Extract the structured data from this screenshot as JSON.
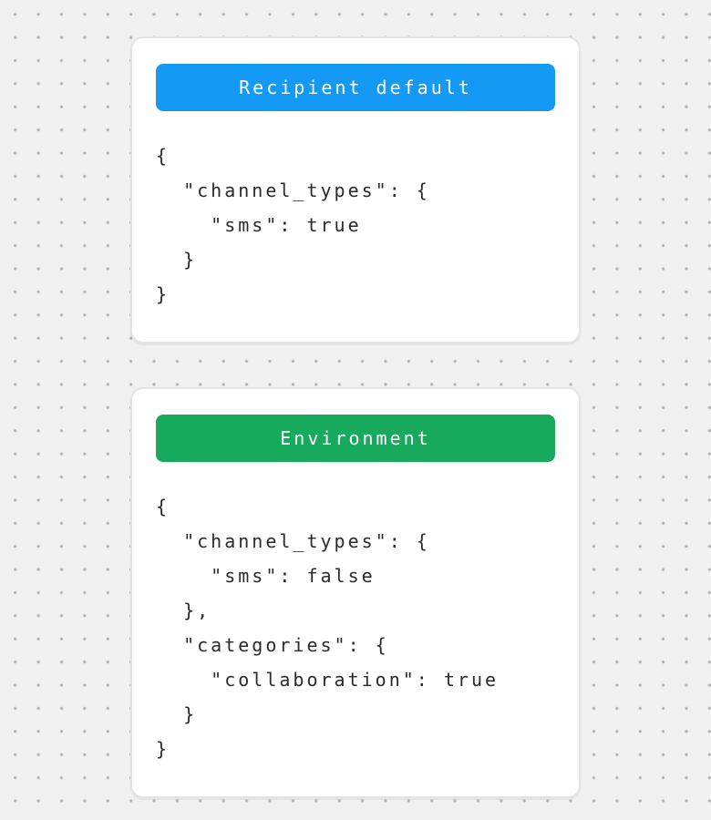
{
  "page": {
    "background_color": "#f1f1f2",
    "dot_color": "#b0b0b4",
    "card_background": "#ffffff",
    "card_border_color": "#e4e4e6",
    "code_text_color": "#2b2b2e"
  },
  "cards": [
    {
      "title": "Recipient default",
      "header_color": "#149af5",
      "header_text_color": "#ffffff",
      "code": "{\n  \"channel_types\": {\n    \"sms\": true\n  }\n}"
    },
    {
      "title": "Environment",
      "header_color": "#17a95c",
      "header_text_color": "#ffffff",
      "code": "{\n  \"channel_types\": {\n    \"sms\": false\n  },\n  \"categories\": {\n    \"collaboration\": true\n  }\n}"
    }
  ]
}
